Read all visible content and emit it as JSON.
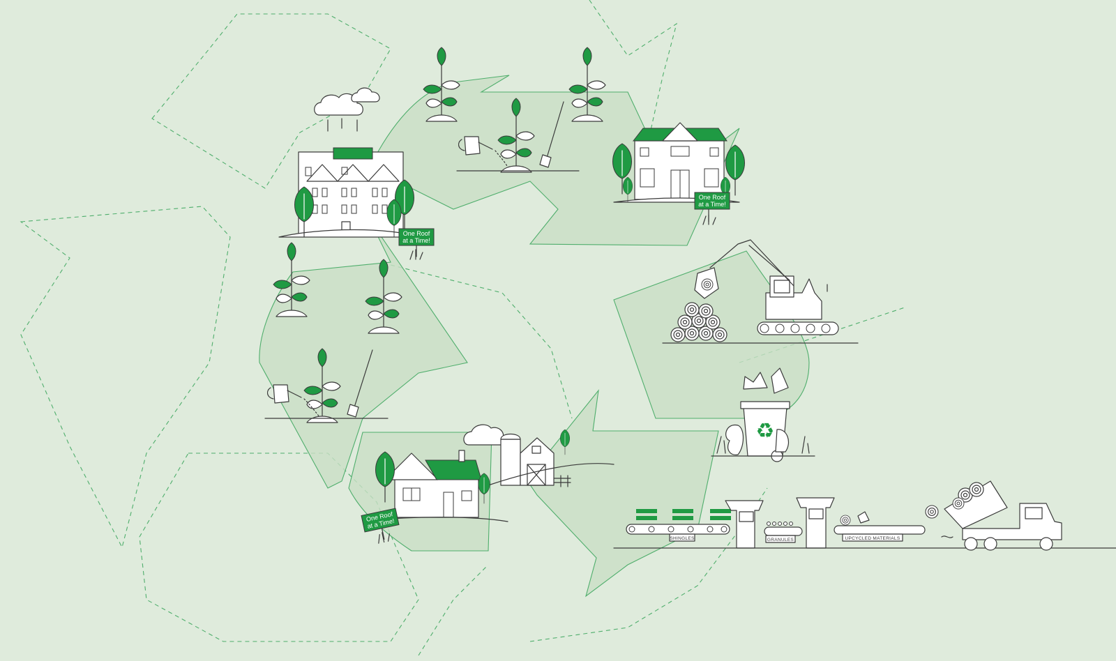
{
  "signs": {
    "left_line1": "One Roof",
    "left_line2": "at a Time!",
    "right_line1": "One Roof",
    "right_line2": "at a Time!",
    "bottom_line1": "One Roof",
    "bottom_line2": "at a Time!"
  },
  "conveyor": {
    "shingles": "SHINGLES",
    "granules": "GRANULES",
    "upcycled": "UPCYCLED MATERIALS"
  },
  "colors": {
    "background": "#dfebdc",
    "arrow_fill": "#c9dfc5",
    "arrow_stroke": "#4fae6c",
    "accent_green": "#1f9a43",
    "line": "#3a3a3a"
  },
  "icons": {
    "recycle_bin_symbol": "recycle-icon"
  }
}
